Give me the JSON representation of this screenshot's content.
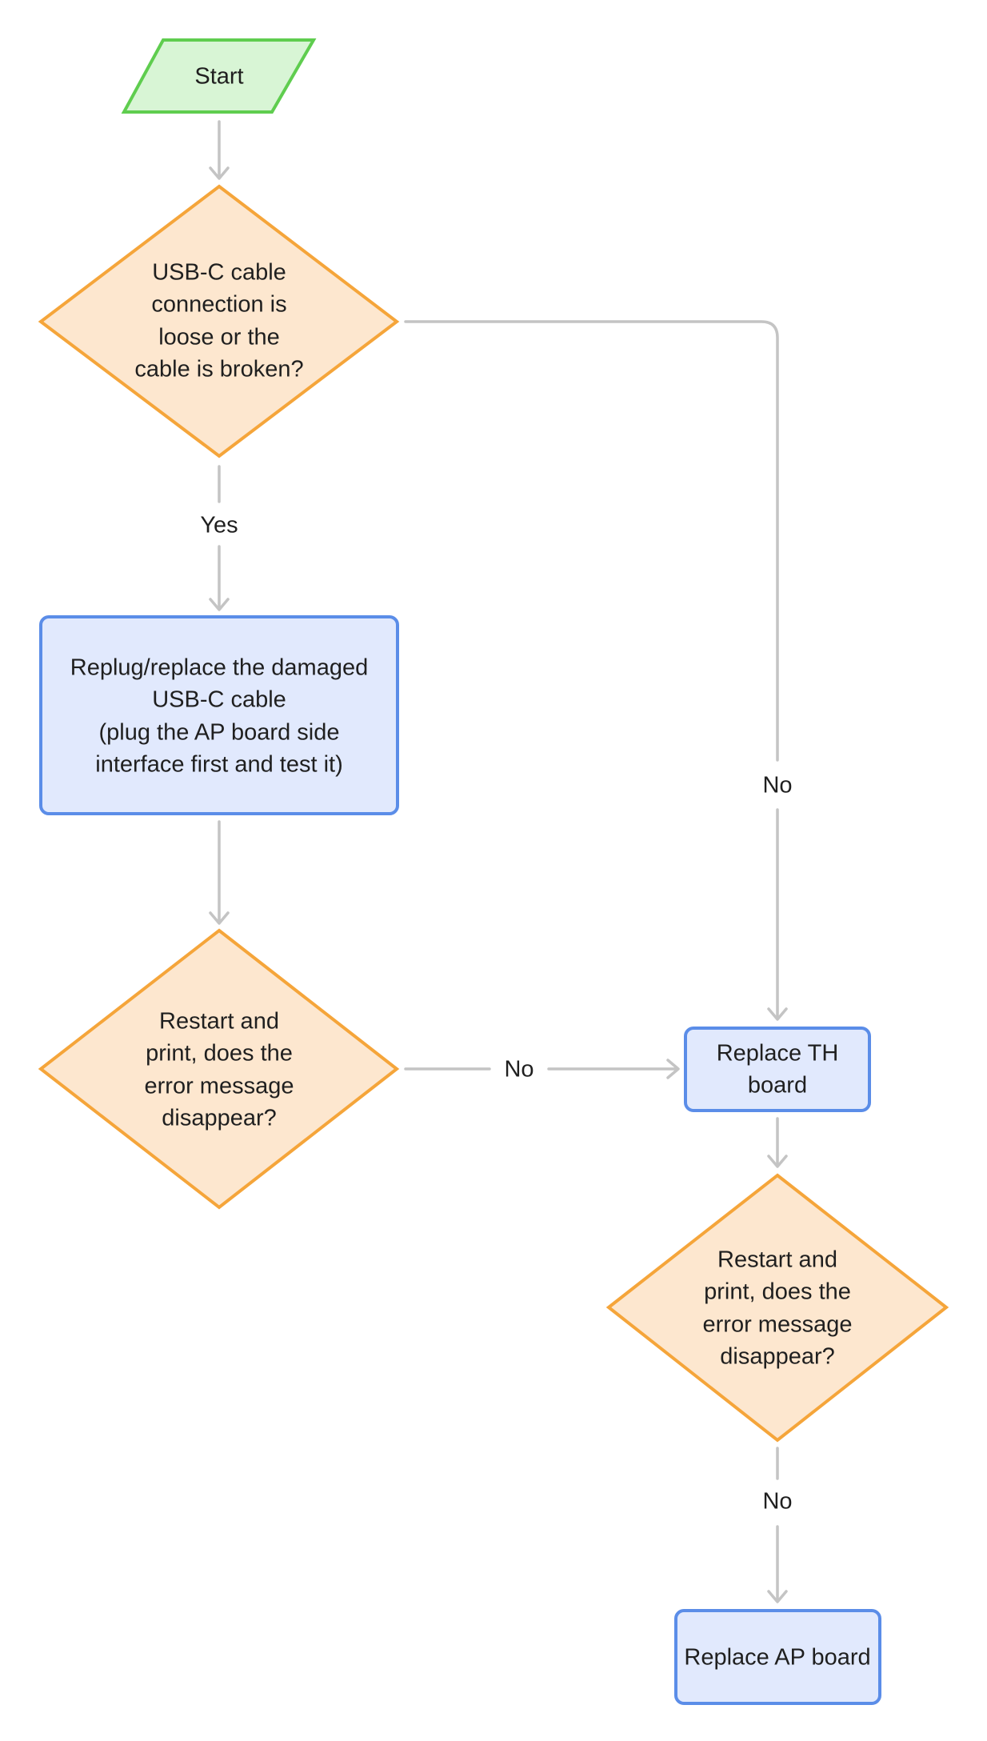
{
  "colors": {
    "start_fill": "#d8f5d5",
    "start_stroke": "#5fcd4f",
    "decision_fill": "#fde7cf",
    "decision_stroke": "#f5a53a",
    "process_fill": "#e1e9fd",
    "process_stroke": "#5b8de8",
    "connector": "#c4c4c4",
    "text": "#1f1f1f"
  },
  "nodes": {
    "start": {
      "type": "parallelogram",
      "lines": [
        "Start"
      ]
    },
    "cable_check": {
      "type": "decision",
      "lines": [
        "USB-C cable",
        "connection is",
        "loose or the",
        "cable is broken?"
      ]
    },
    "replug": {
      "type": "process",
      "lines": [
        "Replug/replace the damaged",
        "USB-C cable",
        "(plug the AP board side",
        "interface first and test it)"
      ]
    },
    "restart_check_1": {
      "type": "decision",
      "lines": [
        "Restart and",
        "print, does the",
        "error message",
        "disappear?"
      ]
    },
    "replace_th": {
      "type": "process",
      "lines": [
        "Replace TH",
        "board"
      ]
    },
    "restart_check_2": {
      "type": "decision",
      "lines": [
        "Restart and",
        "print, does the",
        "error message",
        "disappear?"
      ]
    },
    "replace_ap": {
      "type": "process",
      "lines": [
        "Replace AP board"
      ]
    }
  },
  "edges": {
    "start_to_cable": {
      "from": "start",
      "to": "cable_check",
      "label": ""
    },
    "cable_yes": {
      "from": "cable_check",
      "to": "replug",
      "label": "Yes"
    },
    "cable_no": {
      "from": "cable_check",
      "to": "replace_th",
      "label": "No"
    },
    "replug_to_restart1": {
      "from": "replug",
      "to": "restart_check_1",
      "label": ""
    },
    "restart1_no": {
      "from": "restart_check_1",
      "to": "replace_th",
      "label": "No"
    },
    "th_to_restart2": {
      "from": "replace_th",
      "to": "restart_check_2",
      "label": ""
    },
    "restart2_no": {
      "from": "restart_check_2",
      "to": "replace_ap",
      "label": "No"
    }
  }
}
